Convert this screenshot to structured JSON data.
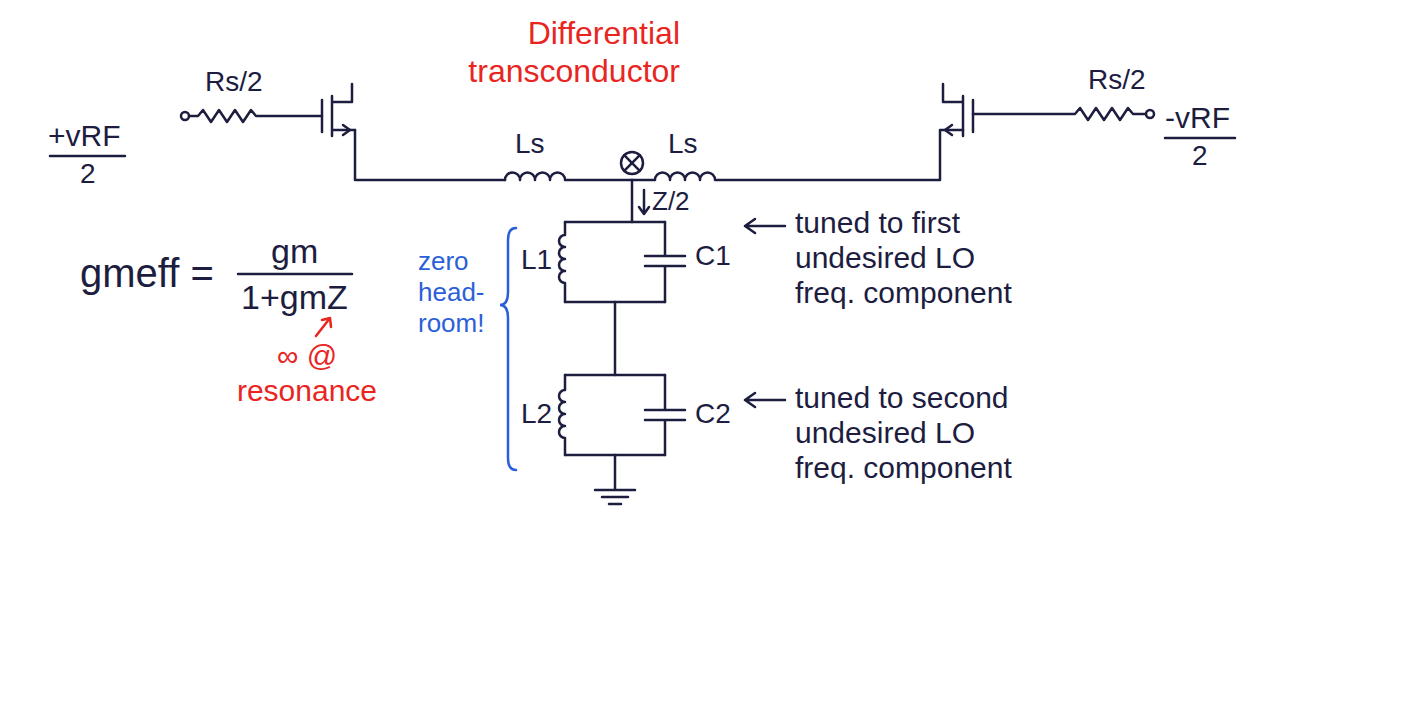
{
  "diagram": {
    "labels": [
      "Differential transconductor",
      "Rs/2",
      "Rs/2",
      "+vRF",
      "2",
      "Ls",
      "Ls",
      "-vRF",
      "2",
      "Z/2",
      "gmeff =",
      "gm",
      "1+gmZ",
      "zero head-room!",
      "L1",
      "C1",
      "tuned to first undesired LO freq. component",
      "∞ @ resonance",
      "L2",
      "C2",
      "tuned to second undesired LO freq. component"
    ]
  }
}
